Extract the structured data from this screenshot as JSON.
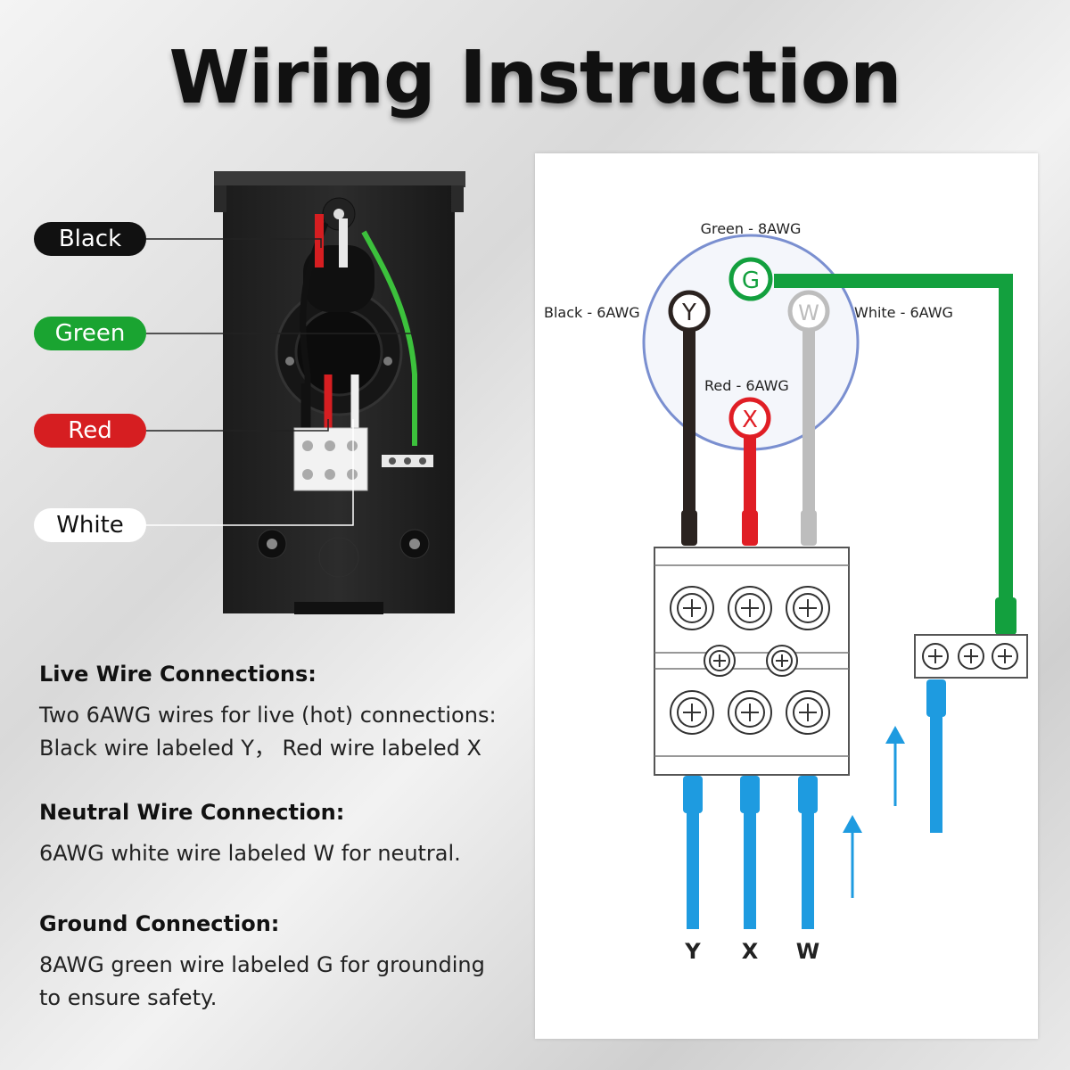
{
  "title": "Wiring Instruction",
  "callouts": {
    "black": "Black",
    "green": "Green",
    "red": "Red",
    "white": "White"
  },
  "sections": [
    {
      "heading": "Live Wire Connections:",
      "lines": [
        "Two 6AWG wires for live (hot) connections:",
        "Black wire labeled Y， Red wire labeled X"
      ]
    },
    {
      "heading": "Neutral Wire Connection:",
      "lines": [
        "6AWG white wire labeled W for neutral."
      ]
    },
    {
      "heading": "Ground Connection:",
      "lines": [
        "8AWG green wire labeled G for grounding",
        "to ensure safety."
      ]
    }
  ],
  "diagram": {
    "green_label": "Green - 8AWG",
    "black_label": "Black - 6AWG",
    "white_label": "White - 6AWG",
    "red_label": "Red - 6AWG",
    "terminal_g": "G",
    "terminal_y": "Y",
    "terminal_w": "W",
    "terminal_x": "X",
    "bottom_y": "Y",
    "bottom_x": "X",
    "bottom_w": "W"
  },
  "colors": {
    "black_wire": "#2b2320",
    "red_wire": "#e01e25",
    "white_wire": "#bdbdbd",
    "green_wire": "#13a03e",
    "blue_wire": "#1e9be0"
  }
}
